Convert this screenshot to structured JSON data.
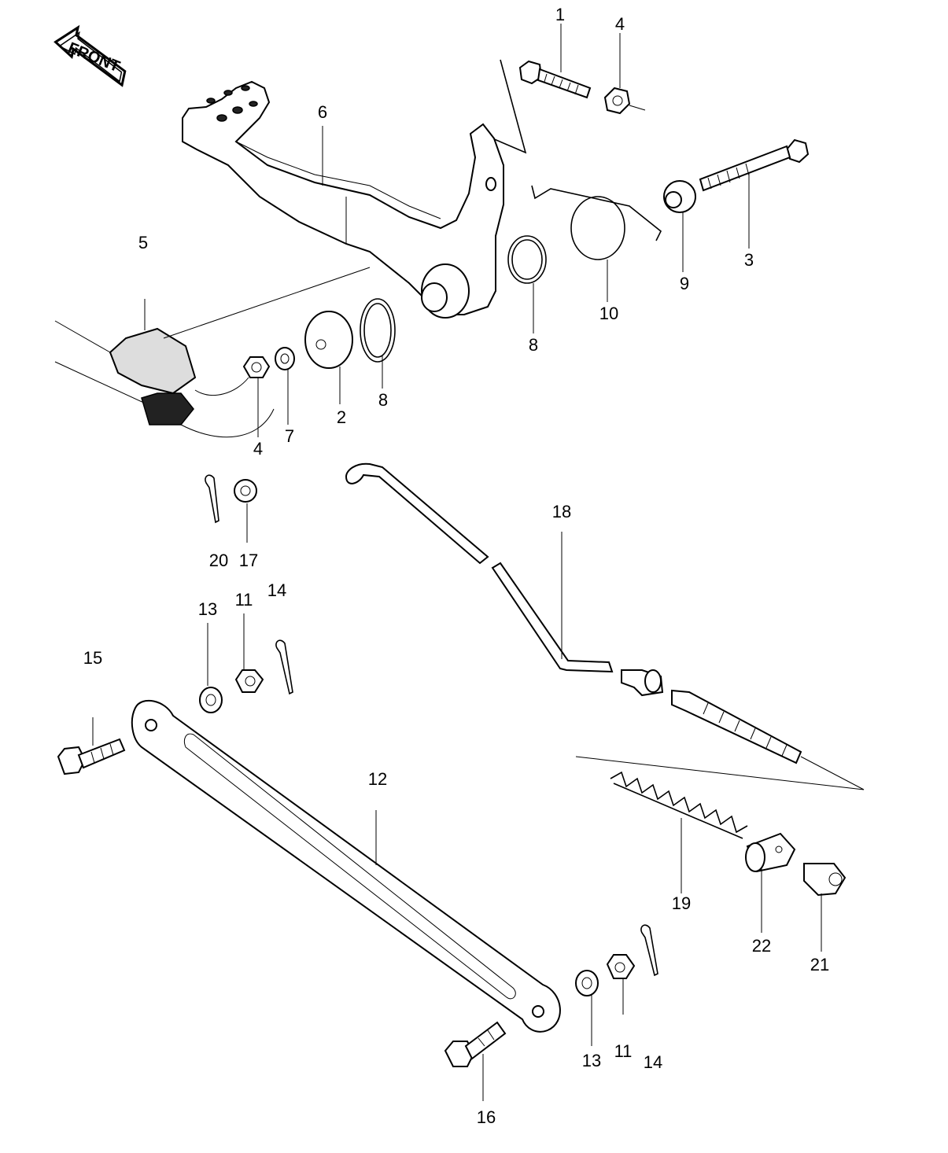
{
  "front_arrow": {
    "label": "FRONT"
  },
  "callouts": [
    {
      "id": "c1",
      "text": "1"
    },
    {
      "id": "c4a",
      "text": "4"
    },
    {
      "id": "c6",
      "text": "6"
    },
    {
      "id": "c3",
      "text": "3"
    },
    {
      "id": "c9",
      "text": "9"
    },
    {
      "id": "c10",
      "text": "10"
    },
    {
      "id": "c8a",
      "text": "8"
    },
    {
      "id": "c5",
      "text": "5"
    },
    {
      "id": "c2",
      "text": "2"
    },
    {
      "id": "c8b",
      "text": "8"
    },
    {
      "id": "c4b",
      "text": "4"
    },
    {
      "id": "c7",
      "text": "7"
    },
    {
      "id": "c20",
      "text": "20"
    },
    {
      "id": "c17",
      "text": "17"
    },
    {
      "id": "c18",
      "text": "18"
    },
    {
      "id": "c13a",
      "text": "13"
    },
    {
      "id": "c11a",
      "text": "11"
    },
    {
      "id": "c14a",
      "text": "14"
    },
    {
      "id": "c15",
      "text": "15"
    },
    {
      "id": "c12",
      "text": "12"
    },
    {
      "id": "c19",
      "text": "19"
    },
    {
      "id": "c22",
      "text": "22"
    },
    {
      "id": "c21",
      "text": "21"
    },
    {
      "id": "c13b",
      "text": "13"
    },
    {
      "id": "c11b",
      "text": "11"
    },
    {
      "id": "c14b",
      "text": "14"
    },
    {
      "id": "c16",
      "text": "16"
    }
  ]
}
